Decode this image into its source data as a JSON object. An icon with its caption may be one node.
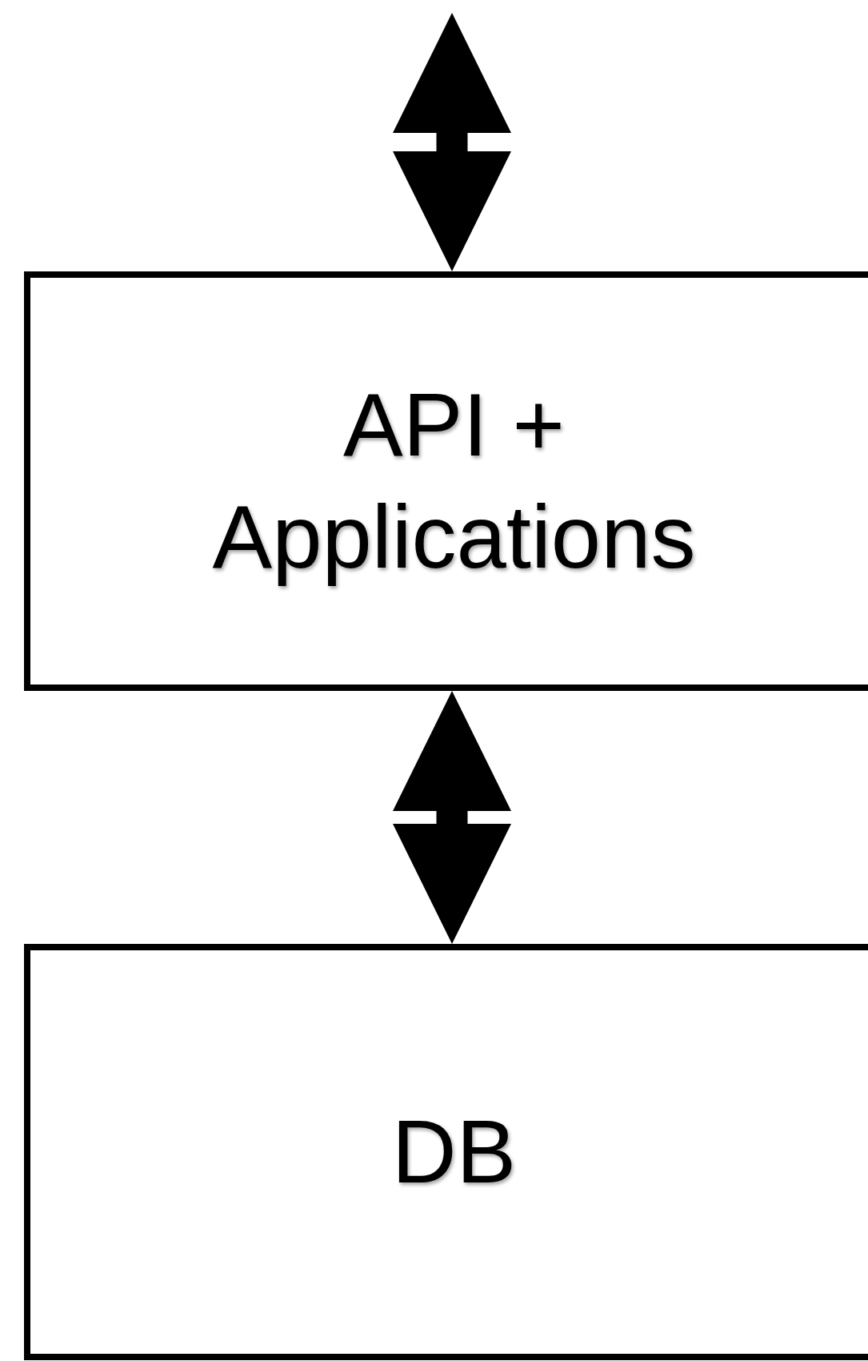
{
  "diagram": {
    "nodes": [
      {
        "text": [
          "API + Applications"
        ]
      },
      {
        "text": [
          "DB"
        ]
      }
    ],
    "edges": [
      {
        "from": null,
        "to": 0,
        "arrow": "both"
      },
      {
        "from": 0,
        "to": 1,
        "arrow": "both"
      }
    ]
  }
}
